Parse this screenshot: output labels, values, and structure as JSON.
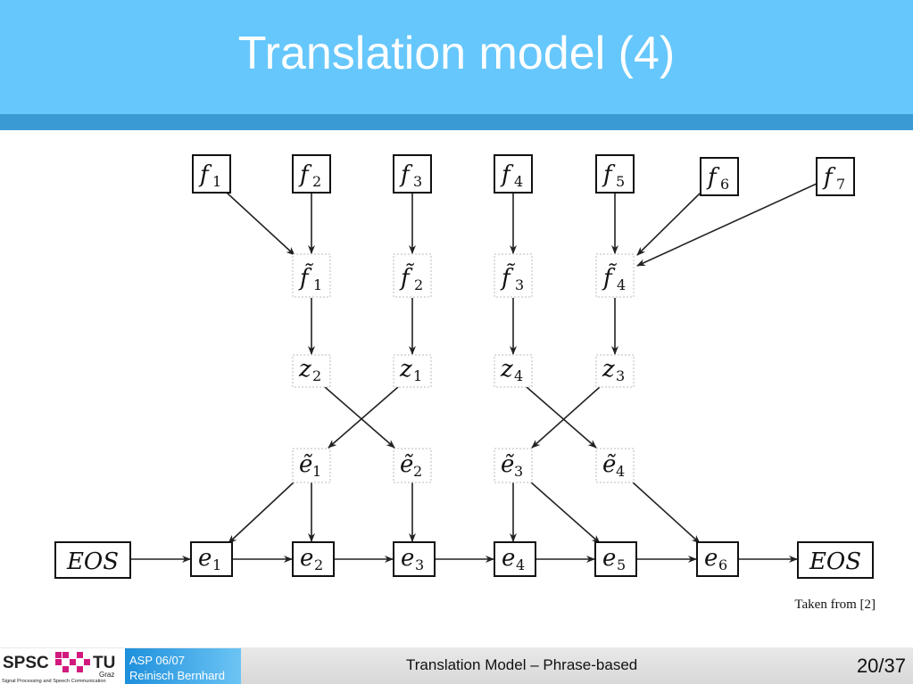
{
  "slide": {
    "title": "Translation model (4)",
    "credit": "Taken from [2]"
  },
  "footer": {
    "logo_left": "SPSC",
    "logo_right": "TU",
    "logo_right_sub": "Graz",
    "logo_tagline": "Signal Processing and Speech Communication",
    "course": "ASP 06/07",
    "author": "Reinisch Bernhard",
    "section": "Translation Model – Phrase-based",
    "page": "20/37"
  },
  "diagram": {
    "foreign_words": [
      {
        "base": "f",
        "sub": "1"
      },
      {
        "base": "f",
        "sub": "2"
      },
      {
        "base": "f",
        "sub": "3"
      },
      {
        "base": "f",
        "sub": "4"
      },
      {
        "base": "f",
        "sub": "5"
      },
      {
        "base": "f",
        "sub": "6"
      },
      {
        "base": "f",
        "sub": "7"
      }
    ],
    "foreign_phrases": [
      {
        "base": "f̃",
        "sub": "1"
      },
      {
        "base": "f̃",
        "sub": "2"
      },
      {
        "base": "f̃",
        "sub": "3"
      },
      {
        "base": "f̃",
        "sub": "4"
      }
    ],
    "alignments": [
      {
        "base": "z",
        "sub": "2"
      },
      {
        "base": "z",
        "sub": "1"
      },
      {
        "base": "z",
        "sub": "4"
      },
      {
        "base": "z",
        "sub": "3"
      }
    ],
    "english_phrases": [
      {
        "base": "ẽ",
        "sub": "1"
      },
      {
        "base": "ẽ",
        "sub": "2"
      },
      {
        "base": "ẽ",
        "sub": "3"
      },
      {
        "base": "ẽ",
        "sub": "4"
      }
    ],
    "english_words": [
      {
        "base": "e",
        "sub": "1"
      },
      {
        "base": "e",
        "sub": "2"
      },
      {
        "base": "e",
        "sub": "3"
      },
      {
        "base": "e",
        "sub": "4"
      },
      {
        "base": "e",
        "sub": "5"
      },
      {
        "base": "e",
        "sub": "6"
      }
    ],
    "eos_label": "EOS"
  }
}
